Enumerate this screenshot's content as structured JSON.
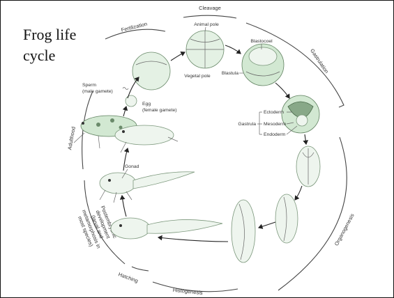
{
  "title": "Frog life cycle",
  "stages": {
    "cleavage": "Cleavage",
    "fertilization": "Fertilization",
    "gastrulation": "Gastrulation",
    "organogenesis": "Organogenesis",
    "histogenesis": "Histogenesis",
    "hatching": "Hatching",
    "adulthood": "Adulthood",
    "metamorphosis_line1": "Postembryonic",
    "metamorphosis_line2": "development",
    "metamorphosis_line3": "(larval and",
    "metamorphosis_line4": "metamorphosis in",
    "metamorphosis_line5": "most species)"
  },
  "labels": {
    "animal_pole": "Animal pole",
    "vegetal_pole": "Vegetal pole",
    "blastocoel": "Blastocoel",
    "blastula": "Blastula",
    "gastrula": "Gastrula",
    "ectoderm": "Ectoderm",
    "mesoderm": "Mesoderm",
    "endoderm": "Endoderm",
    "sperm_line1": "Sperm",
    "sperm_line2": "(male gamete)",
    "egg_line1": "Egg",
    "egg_line2": "(female gamete)",
    "gonad": "Gonad"
  }
}
